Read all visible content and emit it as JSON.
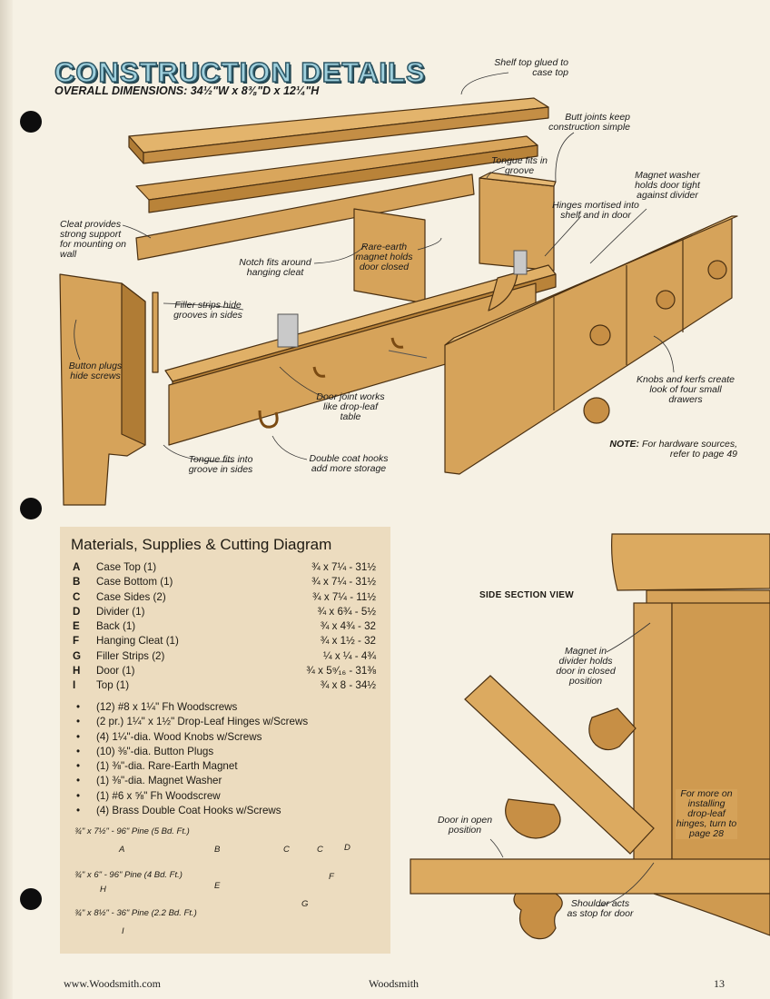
{
  "header": {
    "title": "CONSTRUCTION DETAILS",
    "dimensions": "OVERALL DIMENSIONS: 34½\"W x 8⅜\"D x 12¼\"H"
  },
  "callouts": {
    "shelf_top": "Shelf top glued to case top",
    "butt_joints": "Butt joints keep construction simple",
    "tongue_groove": "Tongue fits in groove",
    "magnet_washer": "Magnet washer holds door tight against divider",
    "hinges": "Hinges mortised into shelf and in door",
    "cleat": "Cleat provides strong support for mounting on wall",
    "rare_earth": "Rare-earth magnet holds door closed",
    "notch": "Notch fits around hanging cleat",
    "filler": "Filler strips hide grooves in sides",
    "button_plugs": "Button plugs hide screws",
    "door_joint": "Door joint works like drop-leaf table",
    "knobs": "Knobs and kerfs create look of four small drawers",
    "tongue_sides": "Tongue fits into groove in sides",
    "coat_hooks": "Double coat hooks add more storage",
    "note_label": "NOTE:",
    "note_text": "For hardware sources, refer to page 49"
  },
  "materials": {
    "title": "Materials, Supplies & Cutting Diagram",
    "parts": [
      {
        "key": "A",
        "name": "Case Top (1)",
        "dims": "¾ x 7¼ - 31½"
      },
      {
        "key": "B",
        "name": "Case Bottom (1)",
        "dims": "¾ x 7¼ - 31½"
      },
      {
        "key": "C",
        "name": "Case Sides (2)",
        "dims": "¾ x 7¼ - 11½"
      },
      {
        "key": "D",
        "name": "Divider (1)",
        "dims": "¾ x 6¾ - 5½"
      },
      {
        "key": "E",
        "name": "Back (1)",
        "dims": "¾ x 4¾ - 32"
      },
      {
        "key": "F",
        "name": "Hanging Cleat (1)",
        "dims": "¾ x 1½ - 32"
      },
      {
        "key": "G",
        "name": "Filler Strips (2)",
        "dims": "¼ x ¼ - 4¾"
      },
      {
        "key": "H",
        "name": "Door (1)",
        "dims": "¾ x 5⁹⁄₁₆ - 31⅜"
      },
      {
        "key": "I",
        "name": "Top (1)",
        "dims": "¾ x 8 - 34½"
      }
    ],
    "supplies": [
      "(12) #8 x 1¼\" Fh Woodscrews",
      "(2 pr.) 1¼\" x 1½\" Drop-Leaf Hinges w/Screws",
      "(4) 1¼\"-dia. Wood Knobs w/Screws",
      "(10) ⅜\"-dia. Button Plugs",
      "(1) ⅜\"-dia. Rare-Earth Magnet",
      "(1) ⅜\"-dia. Magnet Washer",
      "(1) #6 x ⅝\" Fh Woodscrew",
      "(4) Brass Double Coat Hooks w/Screws"
    ],
    "bullet": "•",
    "boards": [
      {
        "caption": "¾\" x 7½\" - 96\" Pine (5 Bd. Ft.)",
        "labels": [
          "A",
          "B",
          "C",
          "C",
          "D"
        ]
      },
      {
        "caption": "¾\" x 6\" - 96\" Pine (4 Bd. Ft.)",
        "labels": [
          "H",
          "E",
          "F",
          "G"
        ]
      },
      {
        "caption": "¾\" x 8½\" - 36\" Pine (2.2 Bd. Ft.)",
        "labels": [
          "I"
        ]
      }
    ]
  },
  "side_section": {
    "title": "SIDE SECTION VIEW",
    "magnet": "Magnet in divider holds door in closed position",
    "door_open": "Door in open position",
    "shoulder": "Shoulder acts as stop for door",
    "more": "For more on installing drop-leaf hinges, turn to page 28"
  },
  "footer": {
    "url": "www.Woodsmith.com",
    "center": "Woodsmith",
    "page": "13"
  },
  "colors": {
    "wood": "#d6a35a",
    "wood_dark": "#b07c35",
    "panel": "#ecdcbf",
    "title": "#9fd0dd"
  }
}
